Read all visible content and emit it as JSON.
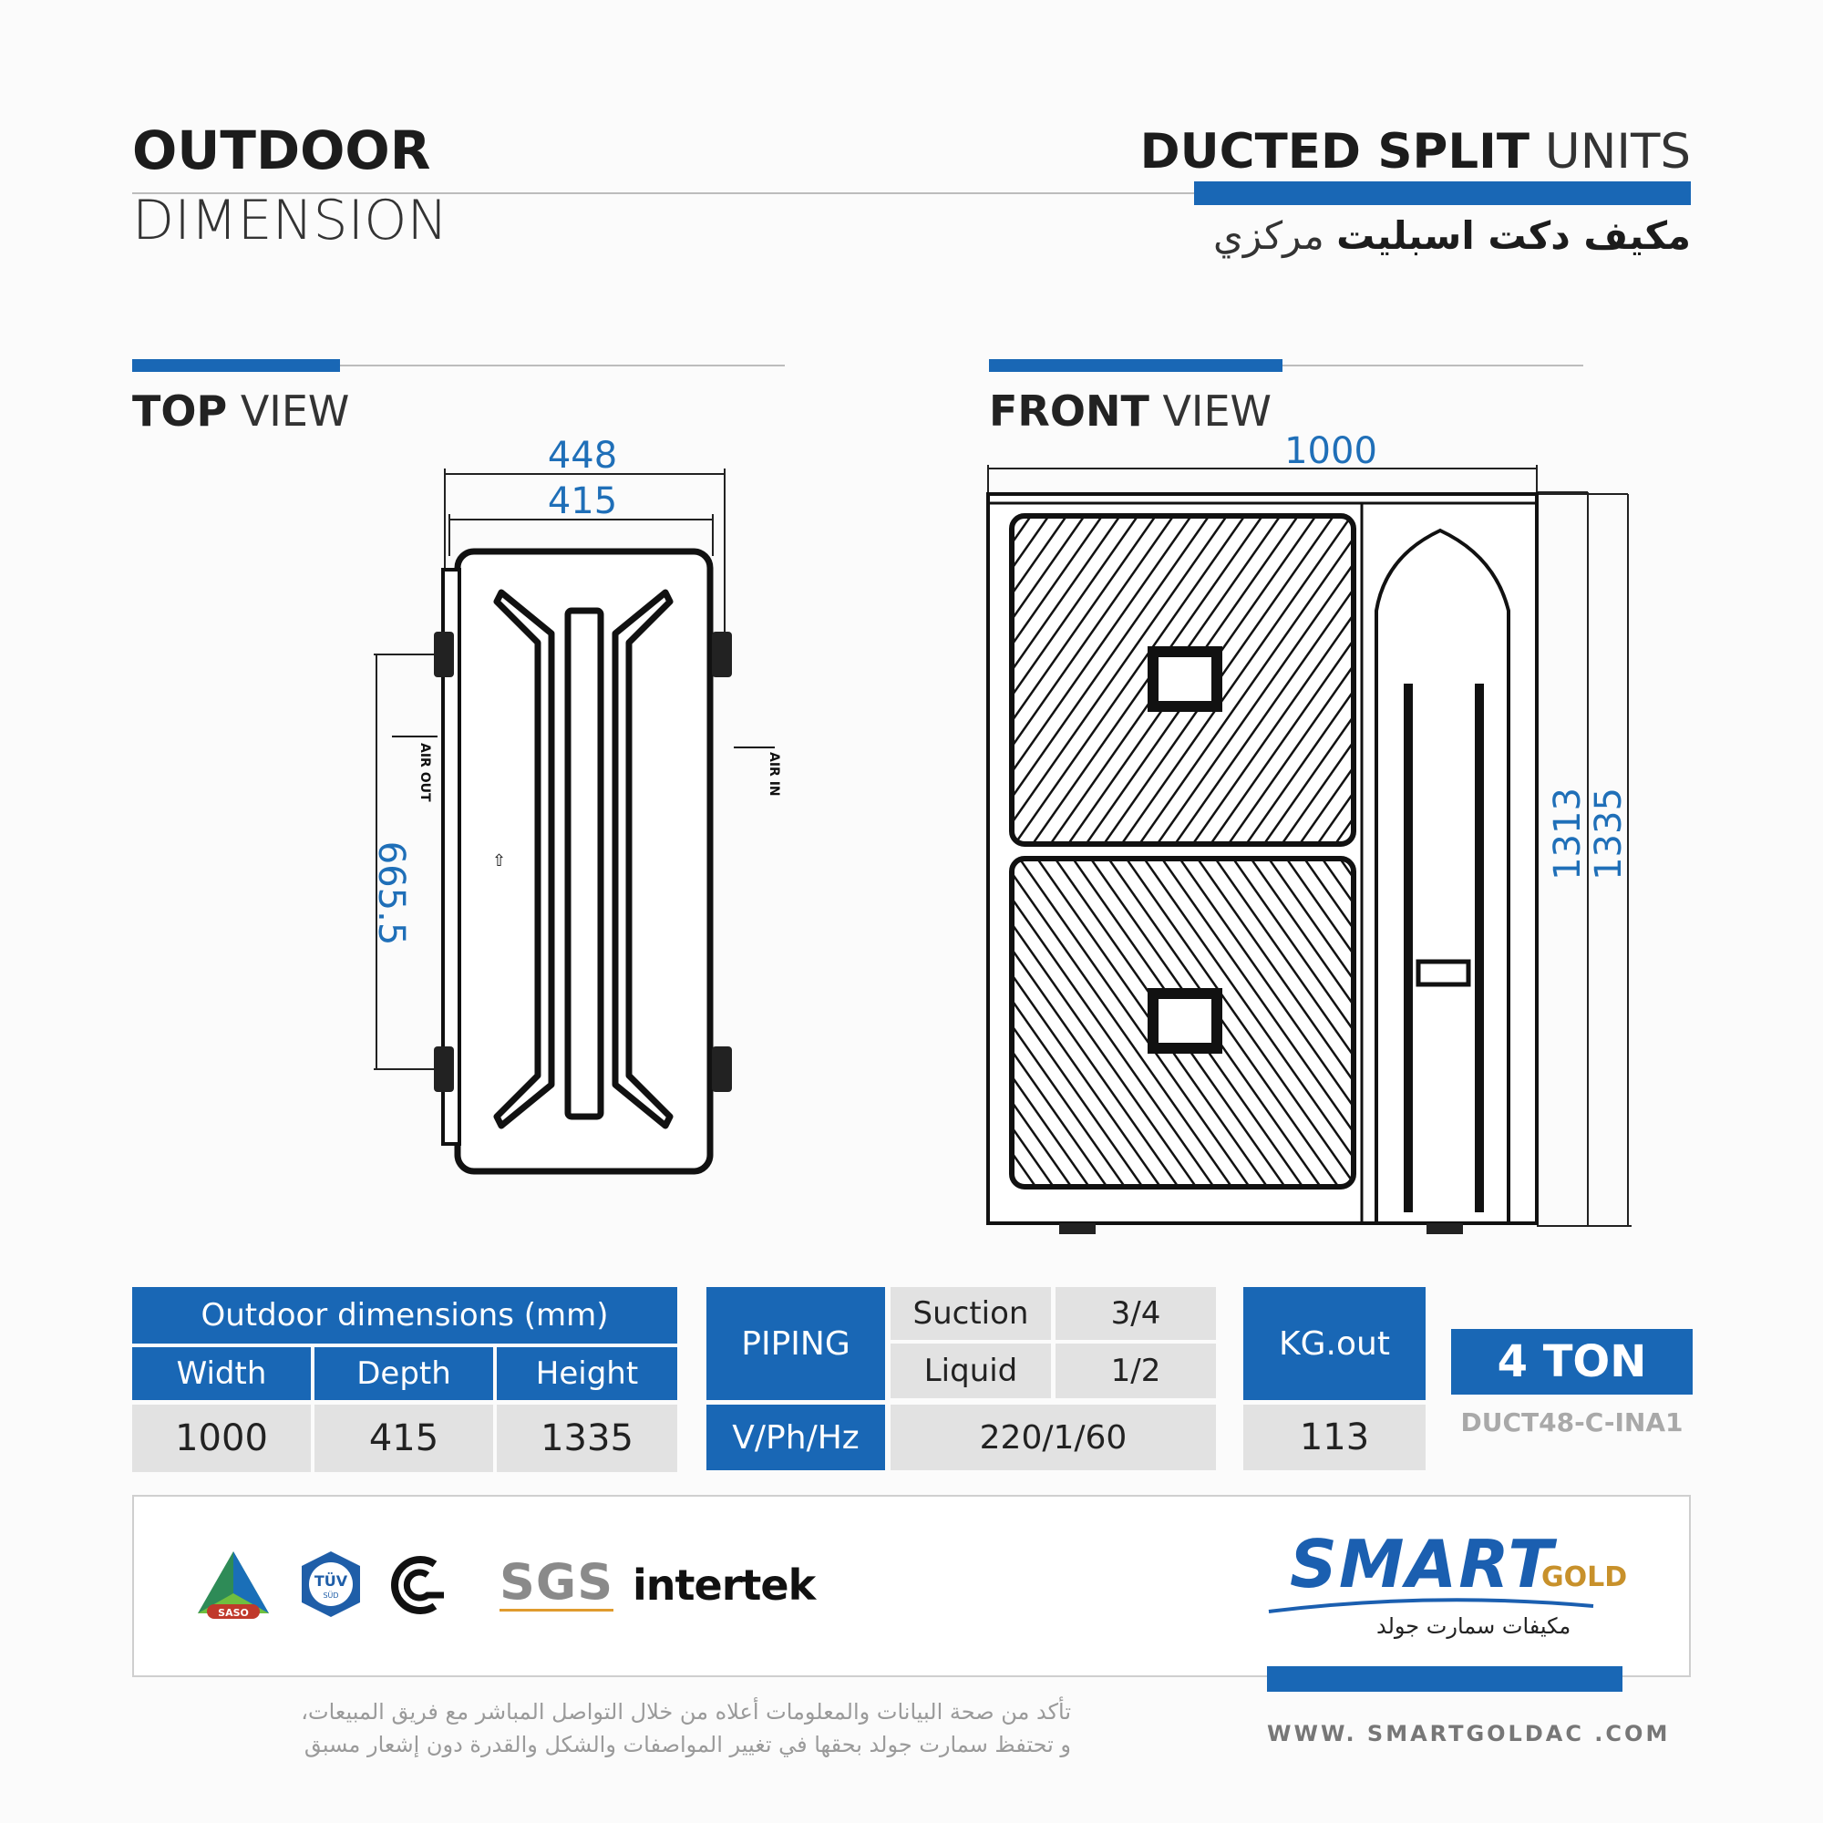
{
  "header": {
    "title_line1": "OUTDOOR",
    "title_line2": "DIMENSION",
    "product_bold": "DUCTED SPLIT",
    "product_light": "UNITS",
    "product_arabic_light": "مركزي",
    "product_arabic_bold": "مكيف دكت اسبليت"
  },
  "top_view": {
    "title_bold": "TOP",
    "title_light": "VIEW",
    "dim_outer": "448",
    "dim_inner": "415",
    "dim_side": "665.5",
    "label_air_out": "AIR OUT",
    "label_air_in": "AIR IN"
  },
  "front_view": {
    "title_bold": "FRONT",
    "title_light": "VIEW",
    "dim_width": "1000",
    "dim_h1": "1313",
    "dim_h2": "1335"
  },
  "dimensions_table": {
    "header": "Outdoor dimensions (mm)",
    "columns": [
      "Width",
      "Depth",
      "Height"
    ],
    "values": [
      "1000",
      "415",
      "1335"
    ]
  },
  "piping_table": {
    "piping_label": "PIPING",
    "suction_label": "Suction",
    "suction_value": "3/4",
    "liquid_label": "Liquid",
    "liquid_value": "1/2",
    "power_label": "V/Ph/Hz",
    "power_value": "220/1/60"
  },
  "weight": {
    "label": "KG.out",
    "value": "113"
  },
  "capacity": {
    "label": "4 TON",
    "model": "DUCT48-C-INA1"
  },
  "certifications": {
    "saso": "SASO",
    "tuv_main": "TÜV",
    "tuv_sub": "SÜD",
    "sgs": "SGS",
    "intertek": "intertek"
  },
  "brand": {
    "name": "SMART",
    "sub": "GOLD",
    "arabic": "مكيفات سمارت جولد",
    "website": "WWW. SMARTGOLDAC .COM"
  },
  "disclaimer": {
    "line1": "تأكد من صحة البيانات والمعلومات أعلاه من خلال التواصل المباشر مع فريق المبيعات،",
    "line2": "و تحتفظ سمارت جولد بحقها في تغيير المواصفات والشكل والقدرة دون إشعار مسبق"
  },
  "colors": {
    "accent": "#1967b5",
    "dimension_text": "#1f6fb8",
    "cell_gray": "#e2e2e2",
    "gold": "#c8912b"
  }
}
